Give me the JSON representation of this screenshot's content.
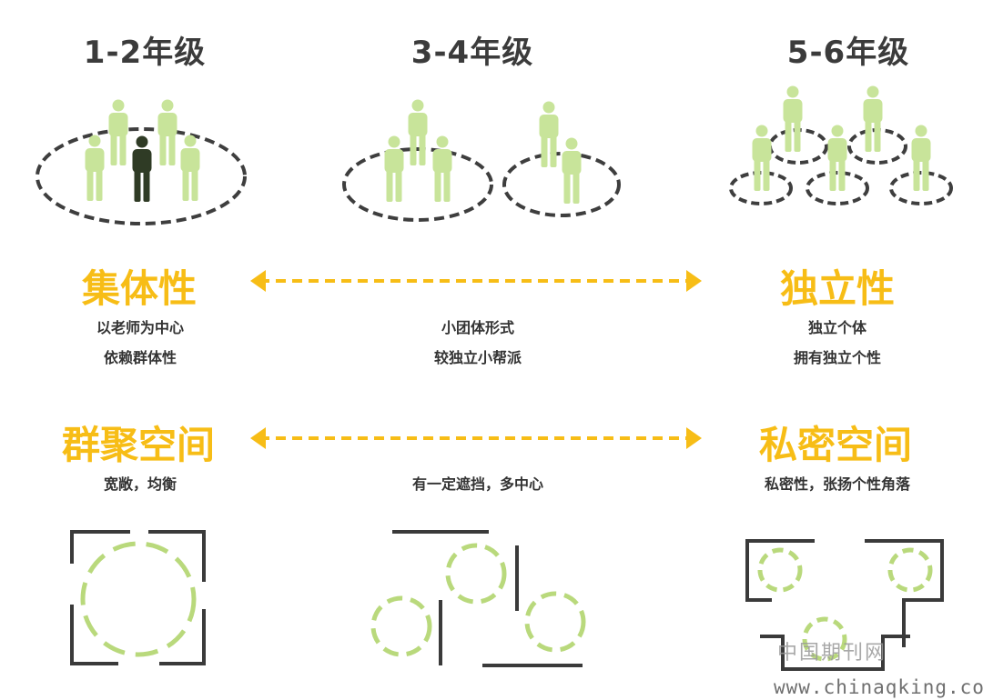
{
  "grades": [
    "1-2年级",
    "3-4年级",
    "5-6年级"
  ],
  "traits": {
    "left": {
      "title": "集体性",
      "lines": [
        "以老师为中心",
        "依赖群体性"
      ]
    },
    "middle": {
      "lines": [
        "小团体形式",
        "较独立小帮派"
      ]
    },
    "right": {
      "title": "独立性",
      "lines": [
        "独立个体",
        "拥有独立个性"
      ]
    }
  },
  "spaces": {
    "left": {
      "title": "群聚空间",
      "desc": "宽敞，均衡"
    },
    "middle": {
      "desc": "有一定遮挡，多中心"
    },
    "right": {
      "title": "私密空间",
      "desc": "私密性，张扬个性角落"
    }
  },
  "watermark": {
    "cn": "中国期刊网",
    "url": "www.chinaqking.com"
  },
  "colors": {
    "accent": "#f7bd16",
    "figure_green": "#c8e49a",
    "figure_dark": "#2f3b25",
    "circle_green": "#b9d97c",
    "dash_dark": "#3e3e3e",
    "wall": "#3a3a3a"
  },
  "icons": [
    "person-icon",
    "double-arrow-icon"
  ]
}
